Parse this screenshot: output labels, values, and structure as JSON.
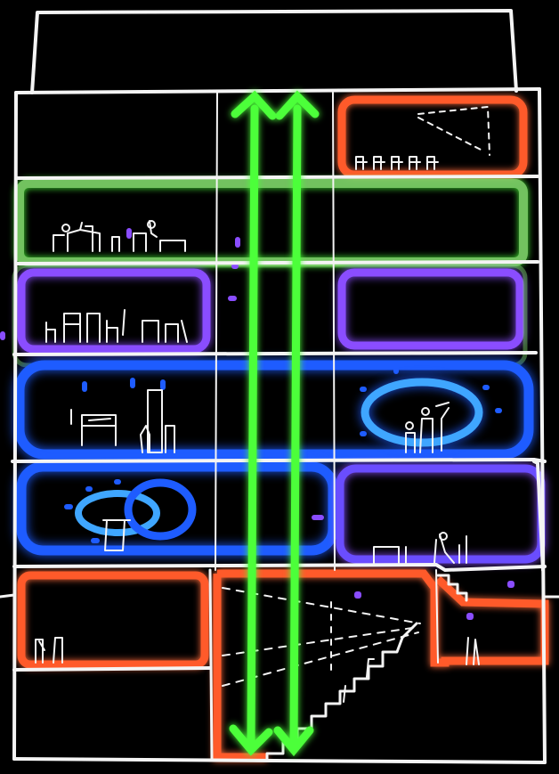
{
  "colors": {
    "background": "#000000",
    "chalk": "#f4f4f4",
    "green": "#4cff3a",
    "green_zone": "#7fd86a",
    "blue": "#1e5cff",
    "light_blue": "#3fa6ff",
    "purple": "#8a4dff",
    "orange": "#ff5a2a"
  },
  "icons": {
    "arrows": "vertical-double-arrow",
    "people": "chalk-figure",
    "stairs": "stair-steps"
  }
}
